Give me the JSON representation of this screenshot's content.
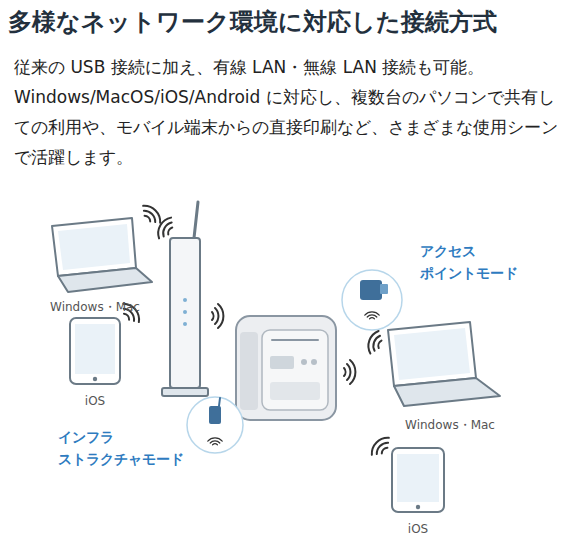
{
  "diagram": {
    "title": "多様なネットワーク環境に対応した接続方式",
    "caption": "従来の USB 接続に加え、有線 LAN・無線 LAN 接続も可能。 Windows/MacOS/iOS/Android に対応し、複数台のパソコンで共有しての利用や、モバイル端末からの直接印刷など、さまざまな使用シーンで活躍します。",
    "nodes": [
      {
        "text": [
          "インフラ ストラクチャモード"
        ]
      },
      {
        "text": [
          "Windows・Mac"
        ],
        "in": 0
      },
      {
        "text": [
          "iOS"
        ],
        "in": 0
      },
      {
        "text": [
          "アクセス ポイントモード"
        ]
      },
      {
        "text": [
          "Windows・Mac"
        ],
        "in": 3
      },
      {
        "text": [
          "iOS"
        ],
        "in": 3
      }
    ]
  }
}
